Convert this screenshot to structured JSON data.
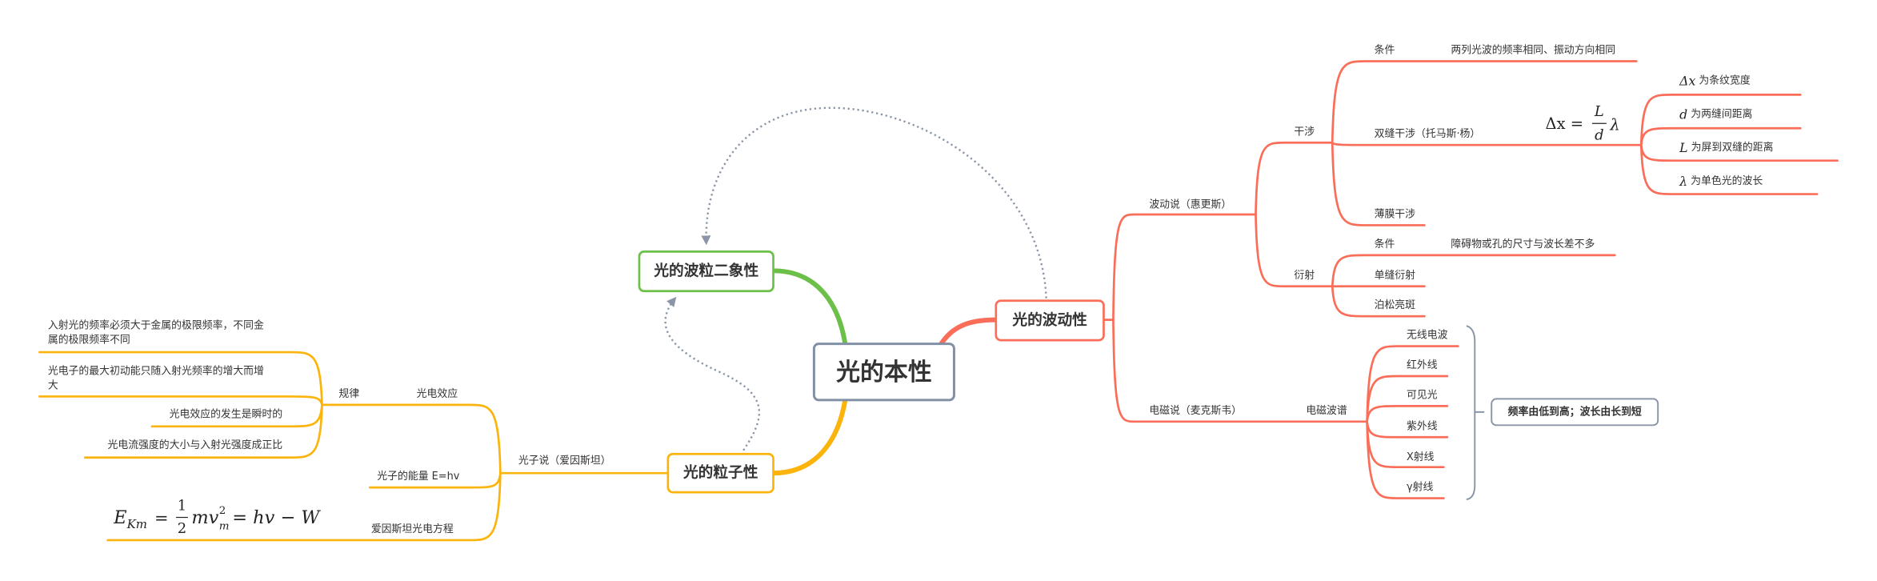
{
  "title": "光的本性",
  "main_topics": {
    "wave": "光的波动性",
    "dual": "光的波粒二象性",
    "particle": "光的粒子性"
  },
  "wave": {
    "huygens": {
      "label": "波动说（惠更斯）",
      "interference": {
        "label": "干涉",
        "condition_label": "条件",
        "condition_text": "两列光波的频率相同、振动方向相同",
        "double_slit": "双缝干涉（托马斯·杨）",
        "formula": {
          "lhs": "Δx =",
          "num": "L",
          "den": "d",
          "tail": "λ"
        },
        "vars": [
          {
            "sym": "Δx",
            "text": " 为条纹宽度"
          },
          {
            "sym": "d",
            "text": " 为两缝间距离"
          },
          {
            "sym": "L",
            "text": " 为屏到双缝的距离"
          },
          {
            "sym": "λ",
            "text": " 为单色光的波长"
          }
        ],
        "thin_film": "薄膜干涉"
      },
      "diffraction": {
        "label": "衍射",
        "condition_label": "条件",
        "condition_text": "障碍物或孔的尺寸与波长差不多",
        "single_slit": "单缝衍射",
        "poisson": "泊松亮斑"
      }
    },
    "maxwell": {
      "label": "电磁说（麦克斯韦）",
      "spectrum_label": "电磁波谱",
      "spectrum": [
        "无线电波",
        "红外线",
        "可见光",
        "紫外线",
        "X射线",
        "γ射线"
      ],
      "summary": "频率由低到高；波长由长到短"
    }
  },
  "particle": {
    "einstein": "光子说（爱因斯坦）",
    "photoelectric": "光电效应",
    "laws_label": "规律",
    "laws": [
      [
        "入射光的频率必须大于金属的极限频率，不同金",
        "属的极限频率不同"
      ],
      [
        "光电子的最大初动能只随入射光频率的增大而增",
        "大"
      ],
      [
        "光电效应的发生是瞬时的"
      ],
      [
        "光电流强度的大小与入射光强度成正比"
      ]
    ],
    "photon_energy": "光子的能量 E=hv",
    "equation_label": "爱因斯坦光电方程",
    "equation": {
      "E": "E",
      "sub": "Km",
      "eq": "=",
      "num": "1",
      "den": "2",
      "mv": "mv",
      "sup": "2",
      "vsub": "m",
      "rhs": "= hv − W"
    }
  },
  "colors": {
    "wave": "#fa6e59",
    "particle": "#fbb40b",
    "dual": "#6cc04a",
    "center_border": "#8290a6",
    "relation": "#8a96a8"
  }
}
